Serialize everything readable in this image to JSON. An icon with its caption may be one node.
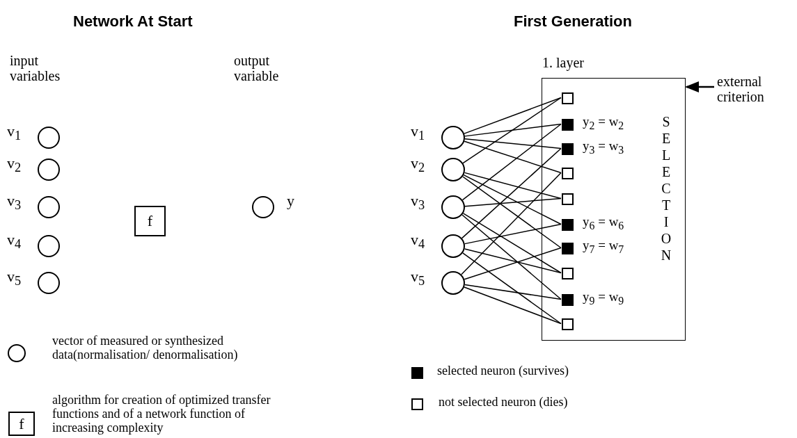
{
  "diagram": {
    "nodes": [
      {
        "text": [],
        "shape": "circle",
        "beside": [
          "v$_{1}$"
        ]
      },
      {
        "text": [],
        "shape": "circle",
        "beside": [
          "v$_{2}$"
        ]
      },
      {
        "text": [],
        "shape": "circle",
        "beside": [
          "v$_{3}$"
        ]
      },
      {
        "text": [],
        "shape": "circle",
        "beside": [
          "v$_{4}$"
        ]
      },
      {
        "text": [],
        "shape": "circle",
        "beside": [
          "v$_{5}$"
        ]
      },
      {
        "text": [
          "f"
        ]
      },
      {
        "text": [],
        "shape": "circle",
        "beside": [
          "y"
        ]
      },
      {
        "text": [
          "1. layer",
          "SELECTION"
        ]
      },
      {
        "text": [],
        "shape": "box",
        "in": 7
      },
      {
        "text": [],
        "shape": "box",
        "in": 7,
        "beside": [
          "y$_{2}$ = w$_{2}$"
        ]
      },
      {
        "text": [],
        "shape": "box",
        "in": 7,
        "beside": [
          "y$_{3}$ = w$_{3}$"
        ]
      },
      {
        "text": [],
        "shape": "box",
        "in": 7
      },
      {
        "text": [],
        "shape": "box",
        "in": 7
      },
      {
        "text": [],
        "shape": "box",
        "in": 7,
        "beside": [
          "y$_{6}$ = w$_{6}$"
        ]
      },
      {
        "text": [],
        "shape": "box",
        "in": 7,
        "beside": [
          "y$_{7}$ = w$_{7}$"
        ]
      },
      {
        "text": [],
        "shape": "box",
        "in": 7
      },
      {
        "text": [],
        "shape": "box",
        "in": 7,
        "beside": [
          "y$_{9}$ = w$_{9}$"
        ]
      },
      {
        "text": [],
        "shape": "box",
        "in": 7
      },
      {
        "text": [],
        "shape": "circle",
        "beside": [
          "v$_{1}$"
        ]
      },
      {
        "text": [],
        "shape": "circle",
        "beside": [
          "v$_{2}$"
        ]
      },
      {
        "text": [],
        "shape": "circle",
        "beside": [
          "v$_{3}$"
        ]
      },
      {
        "text": [],
        "shape": "circle",
        "beside": [
          "v$_{4}$"
        ]
      },
      {
        "text": [],
        "shape": "circle",
        "beside": [
          "v$_{5}$"
        ]
      },
      {
        "text": [
          "external criterion"
        ]
      },
      {
        "text": [],
        "shape": "circle"
      },
      {
        "text": [
          "f"
        ]
      },
      {
        "text": [],
        "shape": "box"
      },
      {
        "text": [],
        "shape": "box"
      }
    ],
    "edges": [
      {
        "from": 18,
        "to": 8,
        "arrow": "none"
      },
      {
        "from": 19,
        "to": 8,
        "arrow": "none"
      },
      {
        "from": 18,
        "to": 9,
        "arrow": "none"
      },
      {
        "from": 20,
        "to": 9,
        "arrow": "none"
      },
      {
        "from": 18,
        "to": 10,
        "arrow": "none"
      },
      {
        "from": 21,
        "to": 10,
        "arrow": "none"
      },
      {
        "from": 18,
        "to": 11,
        "arrow": "none"
      },
      {
        "from": 22,
        "to": 11,
        "arrow": "none"
      },
      {
        "from": 19,
        "to": 12,
        "arrow": "none"
      },
      {
        "from": 20,
        "to": 12,
        "arrow": "none"
      },
      {
        "from": 19,
        "to": 13,
        "arrow": "none"
      },
      {
        "from": 21,
        "to": 13,
        "arrow": "none"
      },
      {
        "from": 19,
        "to": 14,
        "arrow": "none"
      },
      {
        "from": 22,
        "to": 14,
        "arrow": "none"
      },
      {
        "from": 20,
        "to": 15,
        "arrow": "none"
      },
      {
        "from": 21,
        "to": 15,
        "arrow": "none"
      },
      {
        "from": 20,
        "to": 16,
        "arrow": "none"
      },
      {
        "from": 22,
        "to": 16,
        "arrow": "none"
      },
      {
        "from": 21,
        "to": 17,
        "arrow": "none"
      },
      {
        "from": 22,
        "to": 17,
        "arrow": "none"
      },
      {
        "from": 23,
        "to": 7,
        "arrow": "to"
      }
    ],
    "labels": [
      "Network At Start",
      "First Generation",
      "input variables",
      "output variable"
    ],
    "legend": [
      {
        "text": "vector of measured or synthesized data(normalisation/ denormalisation)"
      },
      {
        "text": "algorithm for creation of optimized transfer functions and of a network function of increasing complexity"
      },
      {
        "text": "selected neuron (survives)"
      },
      {
        "text": "not selected neuron (dies)"
      }
    ]
  }
}
